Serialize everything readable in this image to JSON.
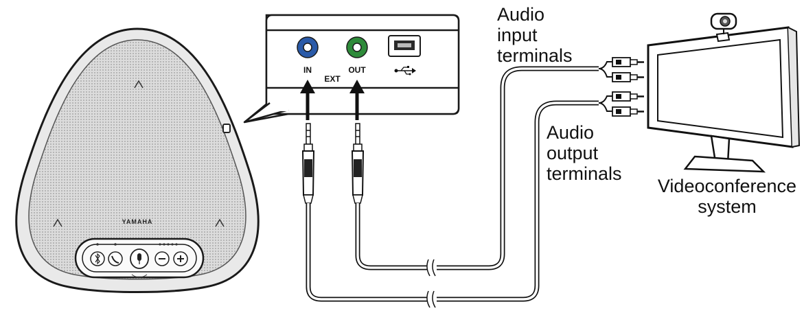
{
  "speakerphone": {
    "brand": "YAMAHA"
  },
  "panel": {
    "port_in_label": "IN",
    "port_ext_label": "EXT",
    "port_out_label": "OUT",
    "usb_symbol": "⭍"
  },
  "labels": {
    "input_terminals": [
      "Audio",
      "input",
      "terminals"
    ],
    "output_terminals": [
      "Audio",
      "output",
      "terminals"
    ],
    "videoconference": [
      "Videoconference",
      "system"
    ]
  },
  "colors": {
    "port_in": "#2a5aa8",
    "port_out": "#2e8b3a",
    "line": "#1a1a1a",
    "grille": "#c9c9c9"
  }
}
